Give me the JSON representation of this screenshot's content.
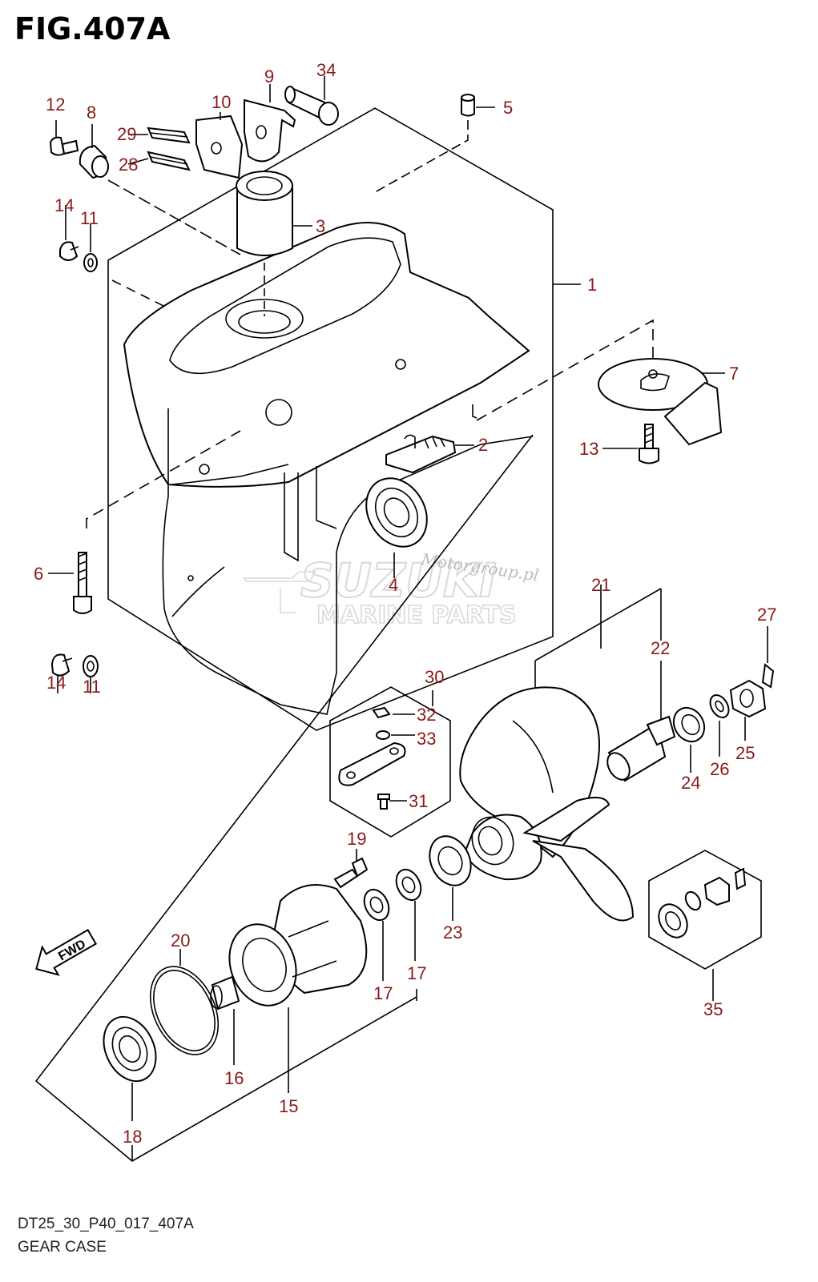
{
  "figure": {
    "title": "FIG.407A",
    "code": "DT25_30_P40_017_407A",
    "name": "GEAR CASE"
  },
  "watermark": {
    "brand": "SUZUKI",
    "subtitle": "MARINE PARTS",
    "site": "Motorgroup.pl"
  },
  "direction_marker": "FWD",
  "callouts": [
    {
      "id": "c1",
      "label": "1"
    },
    {
      "id": "c2",
      "label": "2"
    },
    {
      "id": "c3",
      "label": "3"
    },
    {
      "id": "c4",
      "label": "4"
    },
    {
      "id": "c5",
      "label": "5"
    },
    {
      "id": "c6",
      "label": "6"
    },
    {
      "id": "c7",
      "label": "7"
    },
    {
      "id": "c8",
      "label": "8"
    },
    {
      "id": "c9",
      "label": "9"
    },
    {
      "id": "c10",
      "label": "10"
    },
    {
      "id": "c11a",
      "label": "11"
    },
    {
      "id": "c11b",
      "label": "11"
    },
    {
      "id": "c12",
      "label": "12"
    },
    {
      "id": "c13",
      "label": "13"
    },
    {
      "id": "c14a",
      "label": "14"
    },
    {
      "id": "c14b",
      "label": "14"
    },
    {
      "id": "c15",
      "label": "15"
    },
    {
      "id": "c16",
      "label": "16"
    },
    {
      "id": "c17a",
      "label": "17"
    },
    {
      "id": "c17b",
      "label": "17"
    },
    {
      "id": "c18",
      "label": "18"
    },
    {
      "id": "c19",
      "label": "19"
    },
    {
      "id": "c20",
      "label": "20"
    },
    {
      "id": "c21",
      "label": "21"
    },
    {
      "id": "c22",
      "label": "22"
    },
    {
      "id": "c23",
      "label": "23"
    },
    {
      "id": "c24",
      "label": "24"
    },
    {
      "id": "c25",
      "label": "25"
    },
    {
      "id": "c26",
      "label": "26"
    },
    {
      "id": "c27",
      "label": "27"
    },
    {
      "id": "c28",
      "label": "28"
    },
    {
      "id": "c29",
      "label": "29"
    },
    {
      "id": "c30",
      "label": "30"
    },
    {
      "id": "c31",
      "label": "31"
    },
    {
      "id": "c32",
      "label": "32"
    },
    {
      "id": "c33",
      "label": "33"
    },
    {
      "id": "c34",
      "label": "34"
    },
    {
      "id": "c35",
      "label": "35"
    }
  ]
}
